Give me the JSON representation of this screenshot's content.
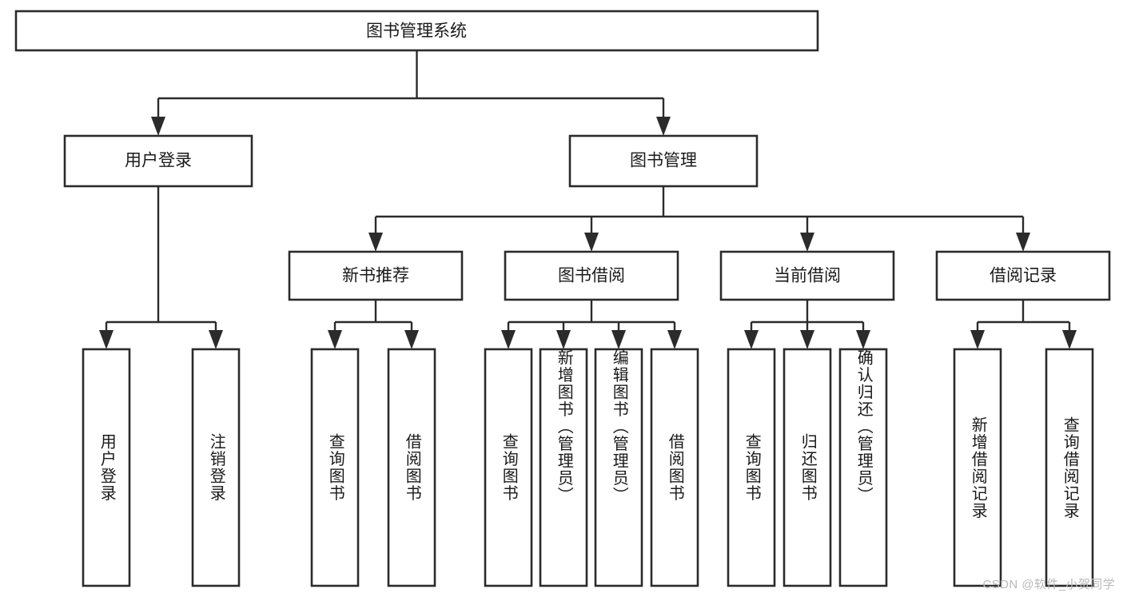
{
  "diagram": {
    "title": "图书管理系统",
    "type": "tree",
    "watermark": "CSDN @软件_小贺同学",
    "colors": {
      "box_stroke": "#2b2b2b",
      "box_fill": "#ffffff",
      "connector": "#2b2b2b",
      "text": "#1a1a1a",
      "watermark": "#b9b9b9",
      "background": "#ffffff"
    },
    "root": {
      "label": "图书管理系统"
    },
    "level2": [
      {
        "label": "用户登录"
      },
      {
        "label": "图书管理"
      }
    ],
    "level3": [
      {
        "label": "新书推荐"
      },
      {
        "label": "图书借阅"
      },
      {
        "label": "当前借阅"
      },
      {
        "label": "借阅记录"
      }
    ],
    "leaves": {
      "user_login": [
        {
          "label": "用户登录"
        },
        {
          "label": "注销登录"
        }
      ],
      "new_book_recommend": [
        {
          "label": "查询图书"
        },
        {
          "label": "借阅图书"
        }
      ],
      "book_borrow": [
        {
          "label": "查询图书"
        },
        {
          "label": "新增图书（管理员）"
        },
        {
          "label": "编辑图书（管理员）"
        },
        {
          "label": "借阅图书"
        }
      ],
      "current_borrow": [
        {
          "label": "查询图书"
        },
        {
          "label": "归还图书"
        },
        {
          "label": "确认归还（管理员）"
        }
      ],
      "borrow_record": [
        {
          "label": "新增借阅记录"
        },
        {
          "label": "查询借阅记录"
        }
      ]
    }
  }
}
